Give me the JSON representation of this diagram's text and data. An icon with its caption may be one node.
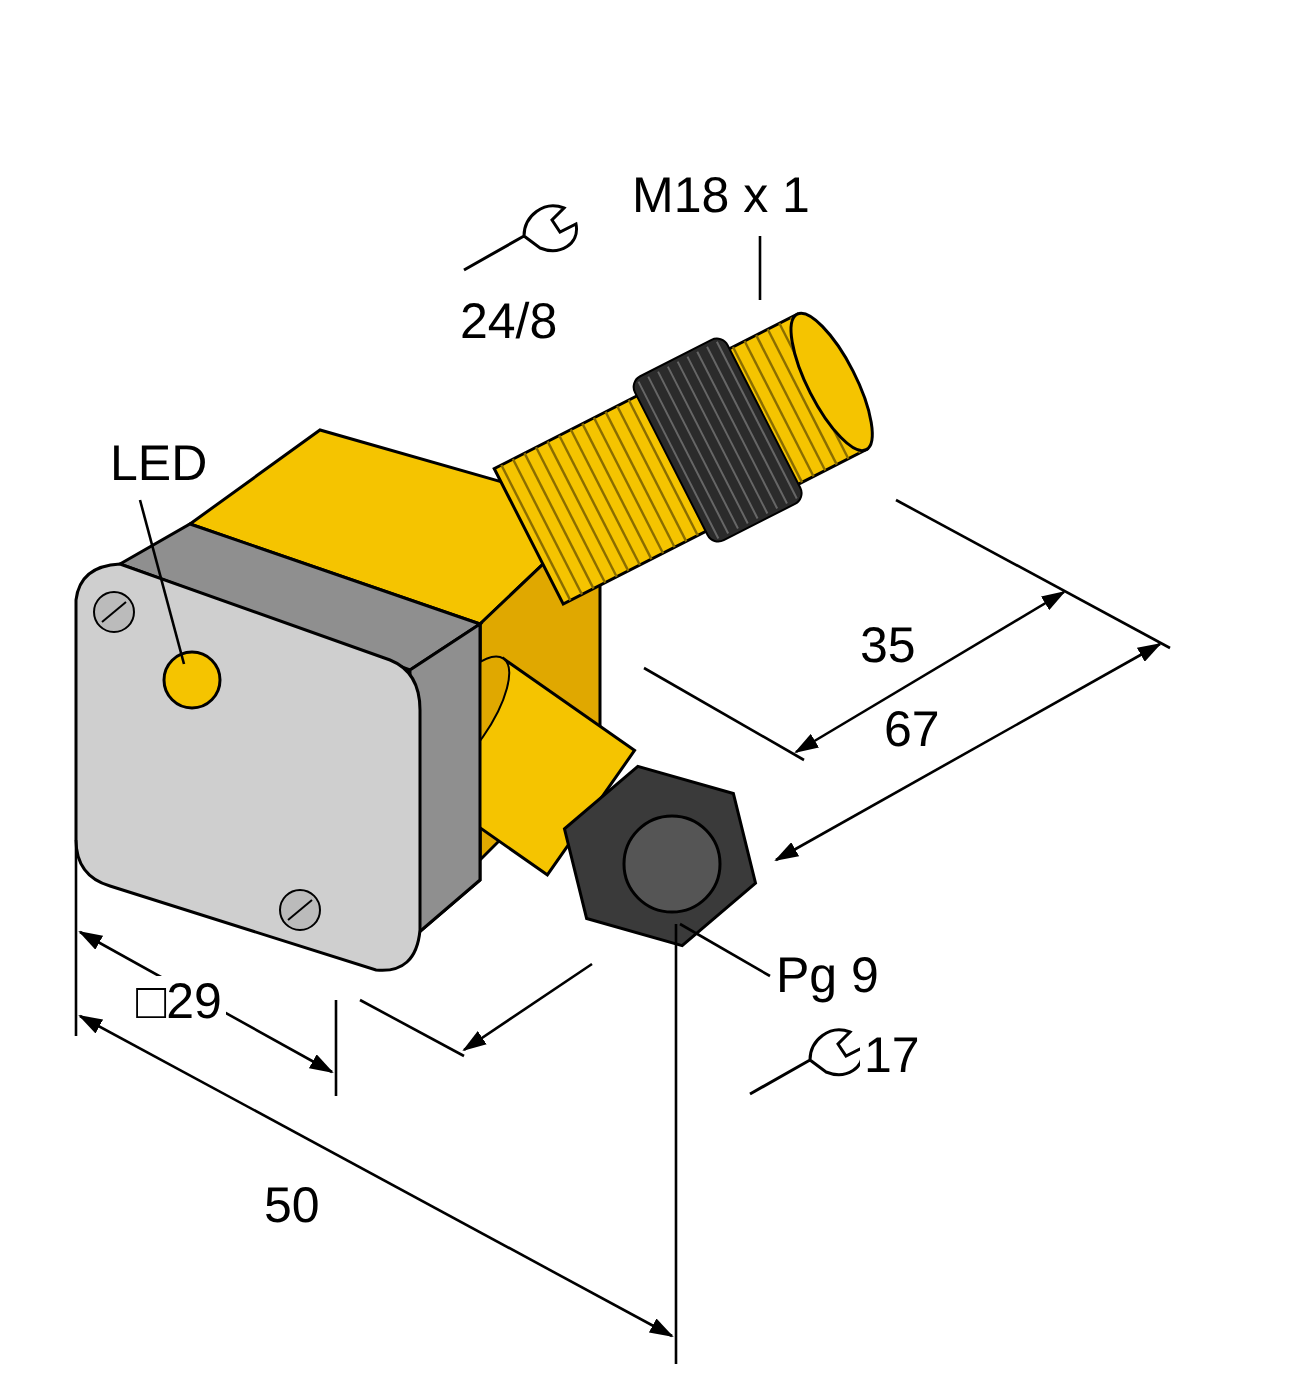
{
  "diagram": {
    "nodes": [
      {
        "text": [
          "M18 x 1"
        ]
      },
      {
        "text": [],
        "shape": "cylinder"
      },
      {
        "text": [
          "LED"
        ]
      },
      {
        "text": [],
        "shape": "circle"
      },
      {
        "text": [
          "Pg 9"
        ]
      },
      {
        "text": [],
        "shape": "picture"
      }
    ],
    "edges": [
      {
        "from": 0,
        "to": 1,
        "arrow": "none"
      },
      {
        "from": 2,
        "to": 3,
        "arrow": "none"
      },
      {
        "from": 4,
        "to": 5,
        "arrow": "none"
      }
    ],
    "labels": [
      "24/8",
      "35",
      "67",
      "□29",
      "50",
      "17"
    ]
  }
}
